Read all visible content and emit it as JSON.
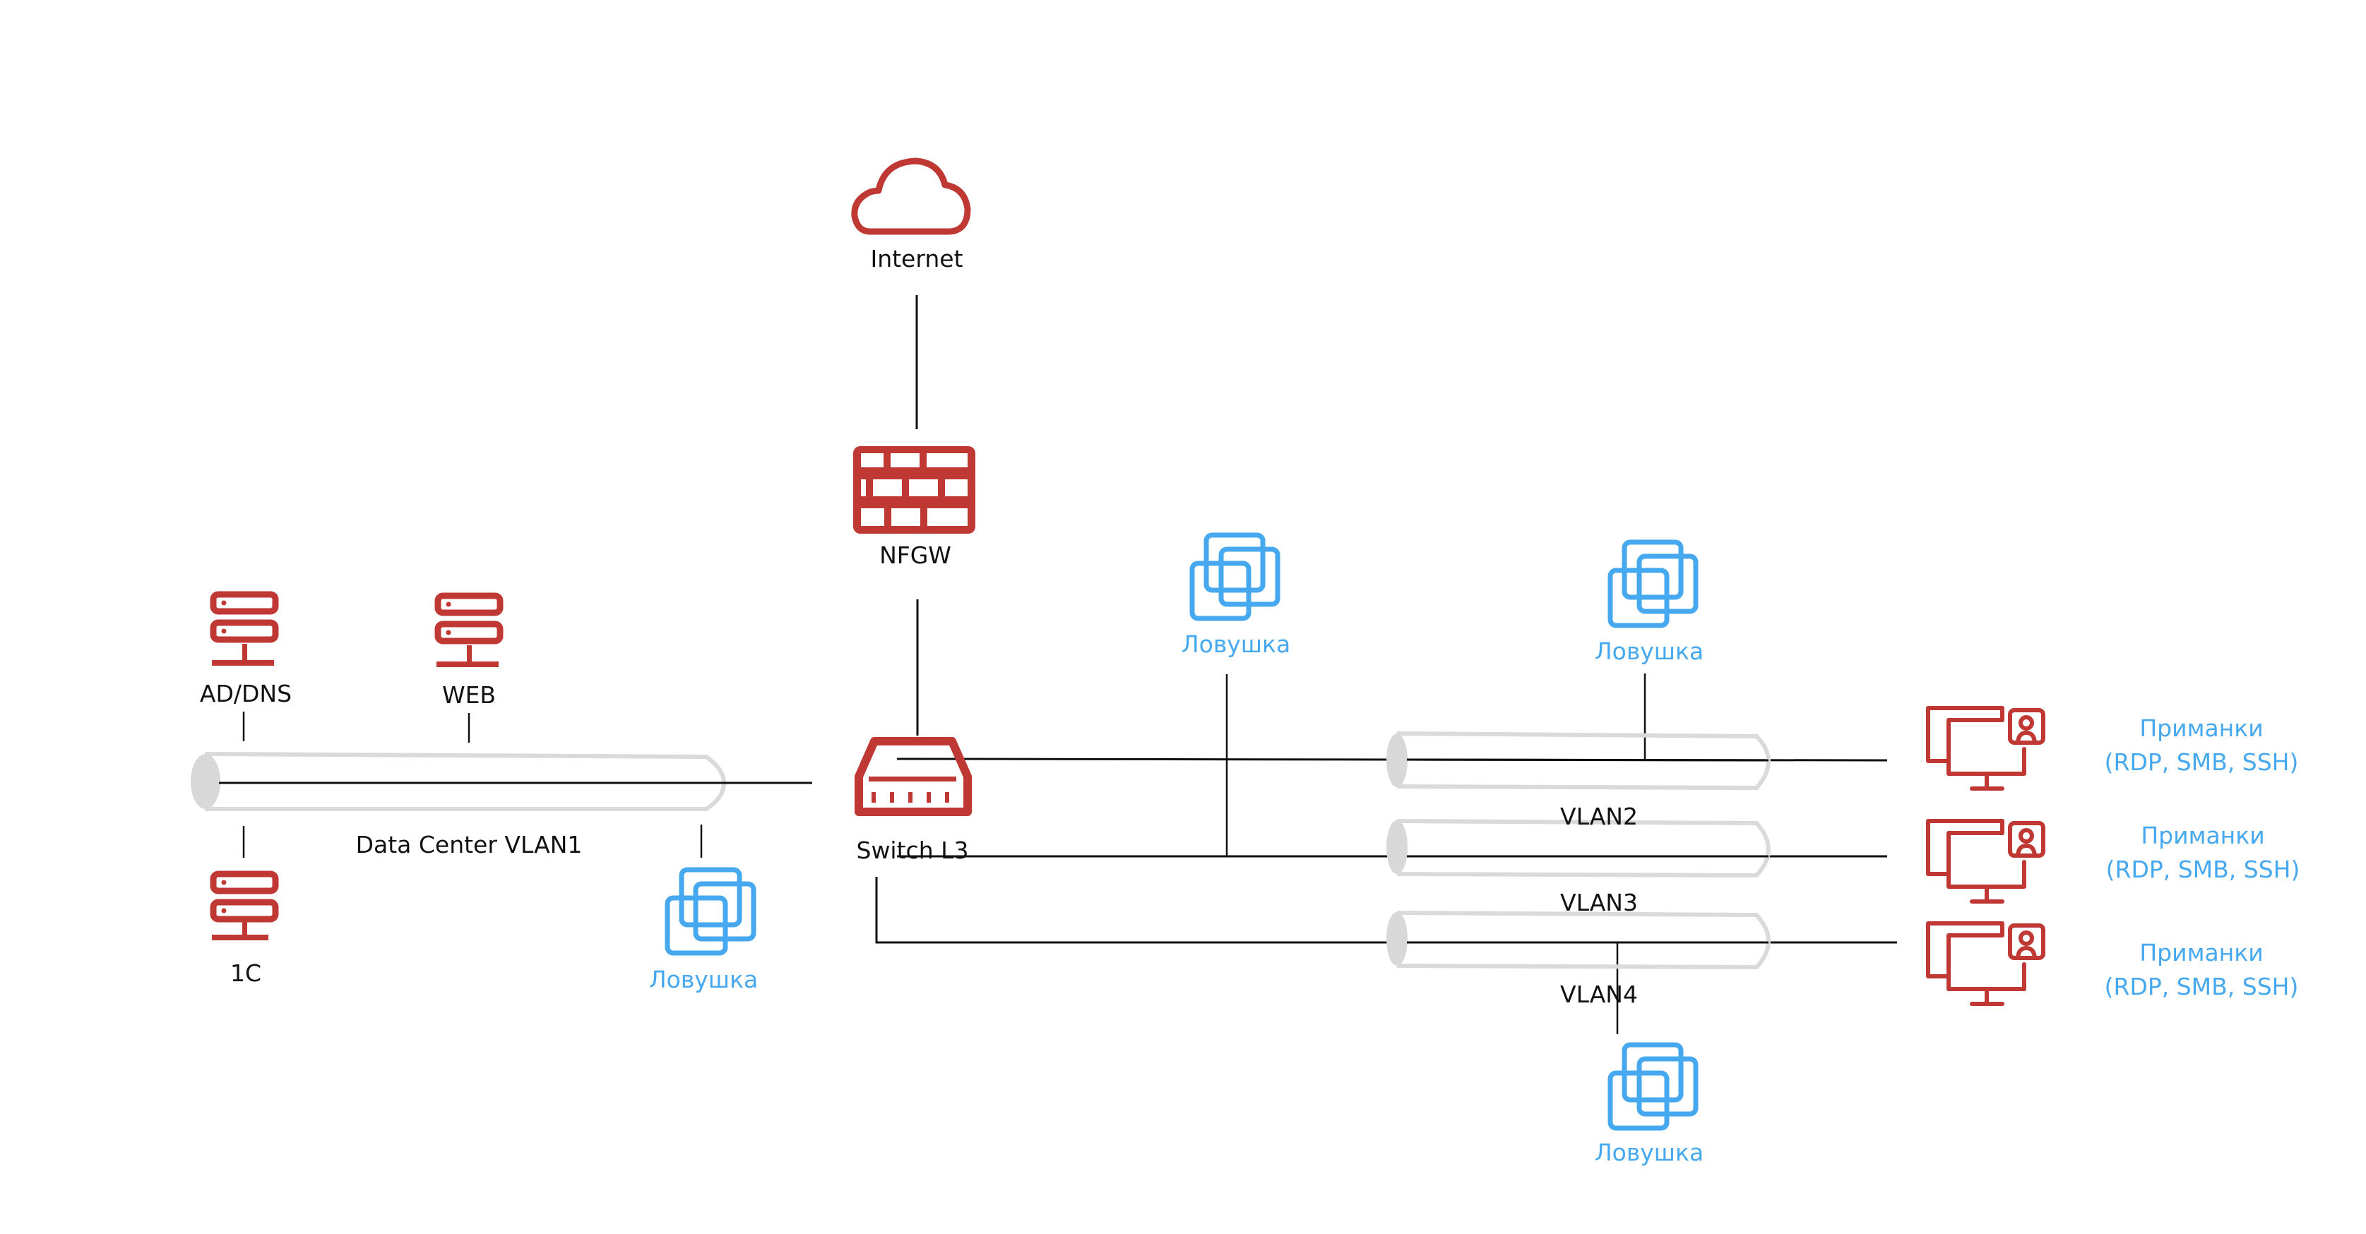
{
  "colors": {
    "device": "#bf3834",
    "trap": "#46a8ee",
    "wire": "#111111",
    "tube": "#dadada"
  },
  "nodes": {
    "internet": {
      "label": "Internet",
      "icon": "cloud-icon"
    },
    "nfgw": {
      "label": "NFGW",
      "icon": "firewall-icon"
    },
    "switch": {
      "label": "Switch L3",
      "icon": "switch-icon"
    },
    "ad_dns": {
      "label": "AD/DNS",
      "icon": "server-icon"
    },
    "web": {
      "label": "WEB",
      "icon": "server-icon"
    },
    "onec": {
      "label": "1C",
      "icon": "server-icon"
    }
  },
  "segments": {
    "vlan1": {
      "label": "Data Center VLAN1"
    },
    "vlan2": {
      "label": "VLAN2"
    },
    "vlan3": {
      "label": "VLAN3"
    },
    "vlan4": {
      "label": "VLAN4"
    }
  },
  "traps": [
    {
      "label": "Ловушка",
      "segment": "VLAN1",
      "icon": "trap-vm-icon"
    },
    {
      "label": "Ловушка",
      "segment": "VLAN2/VLAN3",
      "icon": "trap-vm-icon"
    },
    {
      "label": "Ловушка",
      "segment": "VLAN2",
      "icon": "trap-vm-icon"
    },
    {
      "label": "Ловушка",
      "segment": "VLAN4",
      "icon": "trap-vm-icon"
    }
  ],
  "decoys": [
    {
      "title": "Приманки",
      "subtitle": "(RDP, SMB, SSH)",
      "segment": "VLAN2",
      "icon": "decoy-workstation-icon"
    },
    {
      "title": "Приманки",
      "subtitle": "(RDP, SMB, SSH)",
      "segment": "VLAN3",
      "icon": "decoy-workstation-icon"
    },
    {
      "title": "Приманки",
      "subtitle": "(RDP, SMB, SSH)",
      "segment": "VLAN4",
      "icon": "decoy-workstation-icon"
    }
  ]
}
